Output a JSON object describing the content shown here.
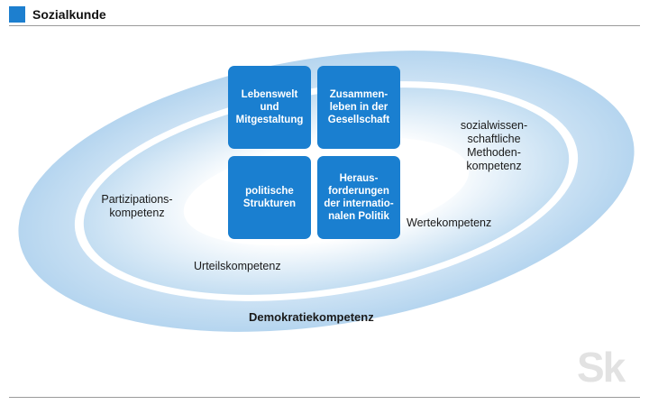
{
  "header": {
    "title": "Sozialkunde"
  },
  "diagram": {
    "boxes": [
      "Lebenswelt\nund\nMitgestaltung",
      "Zusammen-\nleben in der\nGesellschaft",
      "politische\nStrukturen",
      "Heraus-\nforderungen\nder internatio-\nnalen Politik"
    ],
    "inner_labels": {
      "methoden": "sozialwissen-\nschaftliche\nMethoden-\nkompetenz",
      "partizipation": "Partizipations-\nkompetenz",
      "werte": "Wertekompetenz",
      "urteil": "Urteilskompetenz"
    },
    "outer_label": "Demokratiekompetenz"
  },
  "logo": {
    "text": "Sk"
  },
  "colors": {
    "accent": "#1d7fcf",
    "box": "#1a7fd0",
    "ring": "#bcd9f0"
  }
}
